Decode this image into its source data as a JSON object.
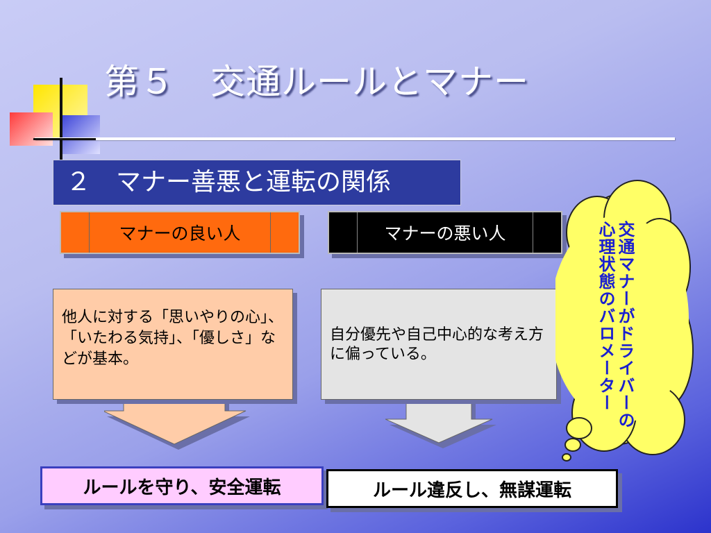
{
  "title": "第５　交通ルールとマナー",
  "subtitle": "２　マナー善悪と運転の関係",
  "good_label": "マナーの良い人",
  "bad_label": "マナーの悪い人",
  "good_desc": "他人に対する「思いやりの心」、「いたわる気持」、「優しさ」などが基本。",
  "bad_desc": "自分優先や自己中心的な考え方に偏っている。",
  "good_result": "ルールを守り、安全運転",
  "bad_result": "ルール違反し、無謀運転",
  "cloud_text": "交通マナーがドライバーの心理状態のバロメーター",
  "colors": {
    "good_label": "#ff6a0e",
    "bad_label": "#000000",
    "good_desc_bg": "#ffcca8",
    "bad_desc_bg": "#e4e4e4",
    "good_result_bg": "#ffccff",
    "cloud": "#ffff66",
    "cloud_text": "#1a1fd0"
  }
}
